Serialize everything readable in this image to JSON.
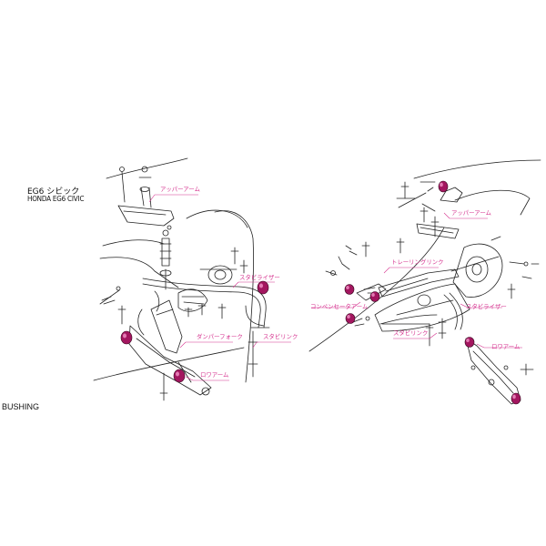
{
  "title": {
    "jp": "EG6 シビック",
    "en": "HONDA EG6 CIVIC"
  },
  "caption": "BUSHING",
  "colors": {
    "label": "#d6338f",
    "bushing": "#a3165f",
    "line": "#222222"
  },
  "front_labels": {
    "upper_arm": "アッパーアーム",
    "stabilizer": "スタビライザー",
    "damper_fork": "ダンパーフォーク",
    "stabi_link": "スタビリンク",
    "lower_arm": "ロワアーム"
  },
  "rear_labels": {
    "upper_arm": "アッパーアーム",
    "trailing_link": "トレーリングリンク",
    "compensator_arm": "コンペンセータアーム",
    "stabilizer": "スタビライザー",
    "stabi_link": "スタビリンク",
    "lower_arm": "ロワアーム"
  }
}
